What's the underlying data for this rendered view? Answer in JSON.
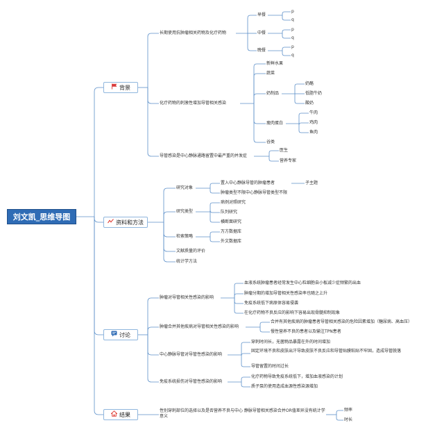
{
  "root": {
    "label": "刘文凯_思维导图"
  },
  "colors": {
    "accent": "#2f6cb5",
    "line": "#5b8fc9",
    "flag": "#d93b3b",
    "chart_icon": "#e0443b",
    "comment_icon": "#2f6cb5",
    "house_icon": "#e0443b"
  },
  "sections": {
    "background": {
      "label": "背景",
      "icon": "flag-icon",
      "items": {
        "long_term": {
          "label": "长期使用抗肿瘤相关药物及化疗药物",
          "meals": [
            {
              "label": "早餐",
              "leaves": [
                "p",
                "q"
              ]
            },
            {
              "label": "中餐",
              "leaves": [
                "p",
                "q"
              ]
            },
            {
              "label": "晚餐",
              "leaves": [
                "p",
                "q"
              ]
            }
          ]
        },
        "chemo": {
          "label": "化疗药物的刺激性增加导管相关感染",
          "fresh": "新鲜水果",
          "veg": "蔬菜",
          "dairy": {
            "label": "奶制品",
            "items": [
              "奶酪",
              "低脂牛奶",
              "酸奶"
            ]
          },
          "protein": {
            "label": "瘦肉蛋白",
            "items": [
              "牛肉",
              "鸡肉",
              "鱼肉"
            ]
          },
          "grain": "谷类"
        },
        "cvc": {
          "label": "导管感染是中心静脉通路留置中最严重的并发症",
          "items": [
            "医生",
            "营养专家"
          ]
        }
      }
    },
    "methods": {
      "label": "资料和方法",
      "icon": "chart-icon",
      "subject": {
        "label": "研究对象",
        "a": "置入中心静脉导管的肿瘤患者",
        "a_child": "子主题",
        "b": "肿瘤类型不限中心静脉导管类型不限"
      },
      "type": {
        "label": "研究类型",
        "items": [
          "病例对照研究",
          "队列研究",
          "横断面研究"
        ]
      },
      "search": {
        "label": "检索策略",
        "items": [
          "万方数据库",
          "外文数据库"
        ]
      },
      "quality": "文献质量的评价",
      "stats": "统计学方法"
    },
    "discussion": {
      "label": "讨论",
      "icon": "comment-icon",
      "tumor": {
        "label": "肿瘤对导管相关性感染的影响",
        "items": [
          "血液系统肿瘤患者经常发生中心粒细胞自小板减少症频繁的出血",
          "肿瘤分期的增加导管相关性感染率也随之上升",
          "免疫系统低下病原体容易侵袭",
          "在化疗药物不良反应的影响下容易出现骨髓抑制现象"
        ]
      },
      "comorbid": {
        "label": "肿瘤合并其他疾病对导管相关性感染的影响",
        "items": [
          "合并有其他疾病的肿瘤患者导管相关感染的危险因素增加（糖尿病、高血压）",
          "慢性营养不良的患者以及输注TPN患者"
        ]
      },
      "cvc": {
        "label": "中心静脉导管对导管性感染的影响",
        "items": [
          "穿刺时间长，无菌物品暴露在外的时间增加",
          "固定环境不良和皮肤出汗导致皮肤不良反应和导管贴膜粘贴不牢固，造成导管脱落",
          "导管留置的时间过长"
        ]
      },
      "immune": {
        "label": "免疫系统损伤对导管性感染的影响",
        "items": [
          "化疗药物导致免疫系统低下，增加血液感染的计划",
          "质子泵的使用造成血源性感染源增加"
        ]
      }
    },
    "results": {
      "label": "结果",
      "icon": "house-icon",
      "main": "性别穿刺部位的选择以及是否营养不良与中心 静脉导管相关感染合并OR值差异没有统计学意义",
      "items": [
        "频率",
        "时长"
      ]
    }
  }
}
